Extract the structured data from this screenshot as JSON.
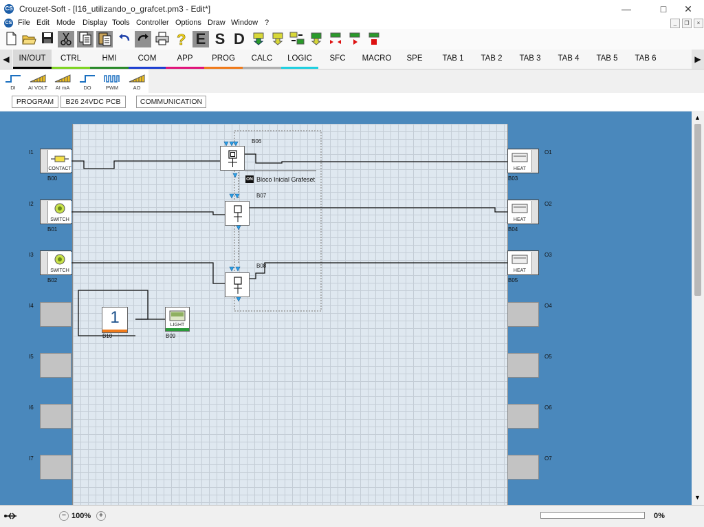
{
  "window": {
    "app_name": "Crouzet-Soft",
    "title": "Crouzet-Soft - [I16_utilizando_o_grafcet.pm3 - Edit*]"
  },
  "menu": [
    "File",
    "Edit",
    "Mode",
    "Display",
    "Tools",
    "Controller",
    "Options",
    "Draw",
    "Window",
    "?"
  ],
  "toolbar": {
    "letters": [
      "E",
      "S",
      "D"
    ]
  },
  "tabs": [
    {
      "label": "IN/OUT",
      "color": "#000000"
    },
    {
      "label": "CTRL",
      "color": "#7ed321"
    },
    {
      "label": "HMI",
      "color": "#2a8a2a"
    },
    {
      "label": "COM",
      "color": "#1d3fd1"
    },
    {
      "label": "APP",
      "color": "#e0147a"
    },
    {
      "label": "PROG",
      "color": "#f07a1a"
    },
    {
      "label": "CALC",
      "color": "#b0b0b0"
    },
    {
      "label": "LOGIC",
      "color": "#1fd0e0"
    },
    {
      "label": "SFC",
      "color": ""
    },
    {
      "label": "MACRO",
      "color": ""
    },
    {
      "label": "SPE",
      "color": ""
    },
    {
      "label": "TAB 1",
      "color": ""
    },
    {
      "label": "TAB 2",
      "color": ""
    },
    {
      "label": "TAB 3",
      "color": ""
    },
    {
      "label": "TAB 4",
      "color": ""
    },
    {
      "label": "TAB 5",
      "color": ""
    },
    {
      "label": "TAB 6",
      "color": ""
    }
  ],
  "palette": [
    "DI",
    "AI VOLT",
    "AI mA",
    "DO",
    "PWM",
    "AO"
  ],
  "panel_buttons": [
    "PROGRAM",
    "B26 24VDC PCB",
    "COMMUNICATION"
  ],
  "inputs": [
    {
      "label": "I1",
      "block": "B00",
      "caption": "CONTACT"
    },
    {
      "label": "I2",
      "block": "B01",
      "caption": "SWITCH"
    },
    {
      "label": "I3",
      "block": "B02",
      "caption": "SWITCH"
    },
    {
      "label": "I4"
    },
    {
      "label": "I5"
    },
    {
      "label": "I6"
    },
    {
      "label": "I7"
    }
  ],
  "outputs": [
    {
      "label": "O1",
      "block": "B03",
      "caption": "HEAT"
    },
    {
      "label": "O2",
      "block": "B04",
      "caption": "HEAT"
    },
    {
      "label": "O3",
      "block": "B05",
      "caption": "HEAT"
    },
    {
      "label": "O4"
    },
    {
      "label": "O5"
    },
    {
      "label": "O6"
    },
    {
      "label": "O7"
    }
  ],
  "sfc_blocks": [
    "B06",
    "B07",
    "B08"
  ],
  "comment": {
    "badge": "ON",
    "text": "Bloco Inicial Grafeset"
  },
  "const_block": {
    "name": "B10",
    "value": "1"
  },
  "light_block": {
    "name": "B09",
    "caption": "LIGHT"
  },
  "status": {
    "zoom": "100%",
    "progress": "0%",
    "progress_value": 0
  },
  "colors": {
    "canvas_bg": "#4a88bc",
    "grid_bg": "#dfe8f0",
    "link": "#1b2a44",
    "sfc_arrow": "#2aa0e8"
  }
}
